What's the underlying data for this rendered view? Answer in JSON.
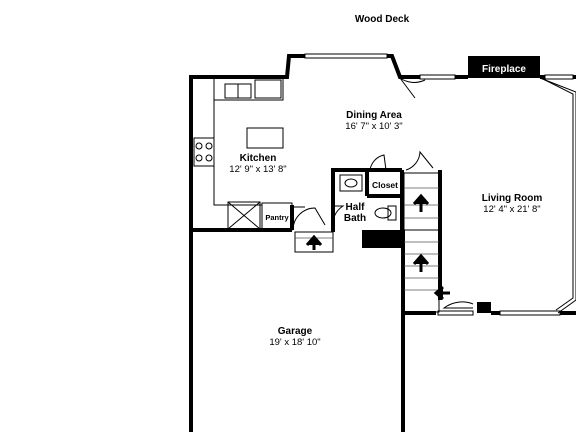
{
  "labels": {
    "wood_deck": "Wood Deck",
    "fireplace": "Fireplace",
    "dining": {
      "name": "Dining Area",
      "dim": "16' 7\" x 10' 3\""
    },
    "kitchen": {
      "name": "Kitchen",
      "dim": "12' 9\" x 13' 8\""
    },
    "closet": "Closet",
    "half_bath": {
      "line1": "Half",
      "line2": "Bath"
    },
    "pantry": "Pantry",
    "living": {
      "name": "Living Room",
      "dim": "12' 4\" x 21' 8\""
    },
    "garage": {
      "name": "Garage",
      "dim": "19' x 18' 10\""
    }
  },
  "colors": {
    "wall": "#000000",
    "background": "#ffffff"
  }
}
